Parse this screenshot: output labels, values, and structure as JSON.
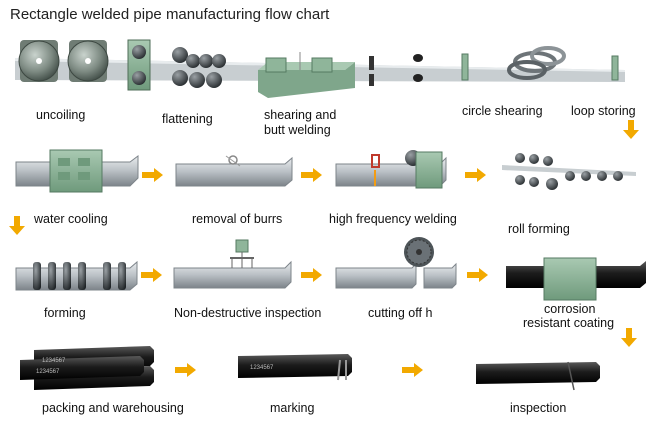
{
  "title": "Rectangle welded pipe manufacturing flow chart",
  "stages": {
    "uncoiling": "uncoiling",
    "flattening": "flattening",
    "shearing_line1": "shearing and",
    "shearing_line2": "butt welding",
    "circle_shearing": "circle shearing",
    "loop_storing": "loop storing",
    "water_cooling": "water cooling",
    "removal_of_burrs": "removal of burrs",
    "high_frequency_welding": "high frequency welding",
    "roll_forming": "roll forming",
    "forming": "forming",
    "ndt": "Non-destructive inspection",
    "cutting_off": "cutting off h",
    "corrosion_line1": "corrosion",
    "corrosion_line2": "resistant coating",
    "packing": "packing and warehousing",
    "marking": "marking",
    "inspection": "inspection"
  },
  "pipe_marking_text": "1234567",
  "colors": {
    "arrow": "#f2a900",
    "machine_green": "#8fb59a",
    "steel": "#b9bfc4",
    "black_pipe": "#1c1c1c"
  }
}
